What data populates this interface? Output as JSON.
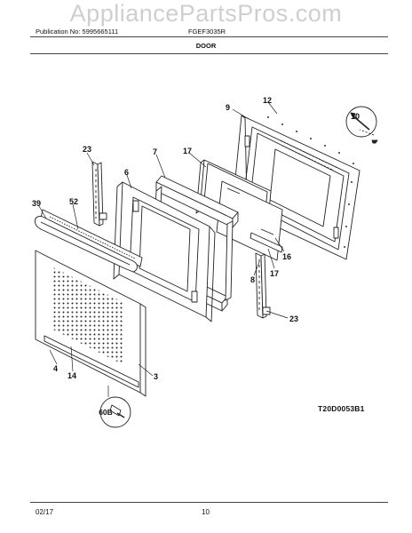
{
  "watermark": "AppliancePartsPros.com",
  "header": {
    "publication": "Publication No: 5995665111",
    "model": "FGEF3035R",
    "section_title": "DOOR"
  },
  "diagram_code": "T20D0053B1",
  "footer": {
    "date": "02/17",
    "page": "10"
  },
  "callouts": {
    "p9": "9",
    "p12": "12",
    "p10": "10",
    "p23a": "23",
    "p7": "7",
    "p17a": "17",
    "p6": "6",
    "p39": "39",
    "p52": "52",
    "p16": "16",
    "p8": "8",
    "p17b": "17",
    "p23b": "23",
    "p3": "3",
    "p4": "4",
    "p14": "14",
    "p60B": "60B"
  }
}
